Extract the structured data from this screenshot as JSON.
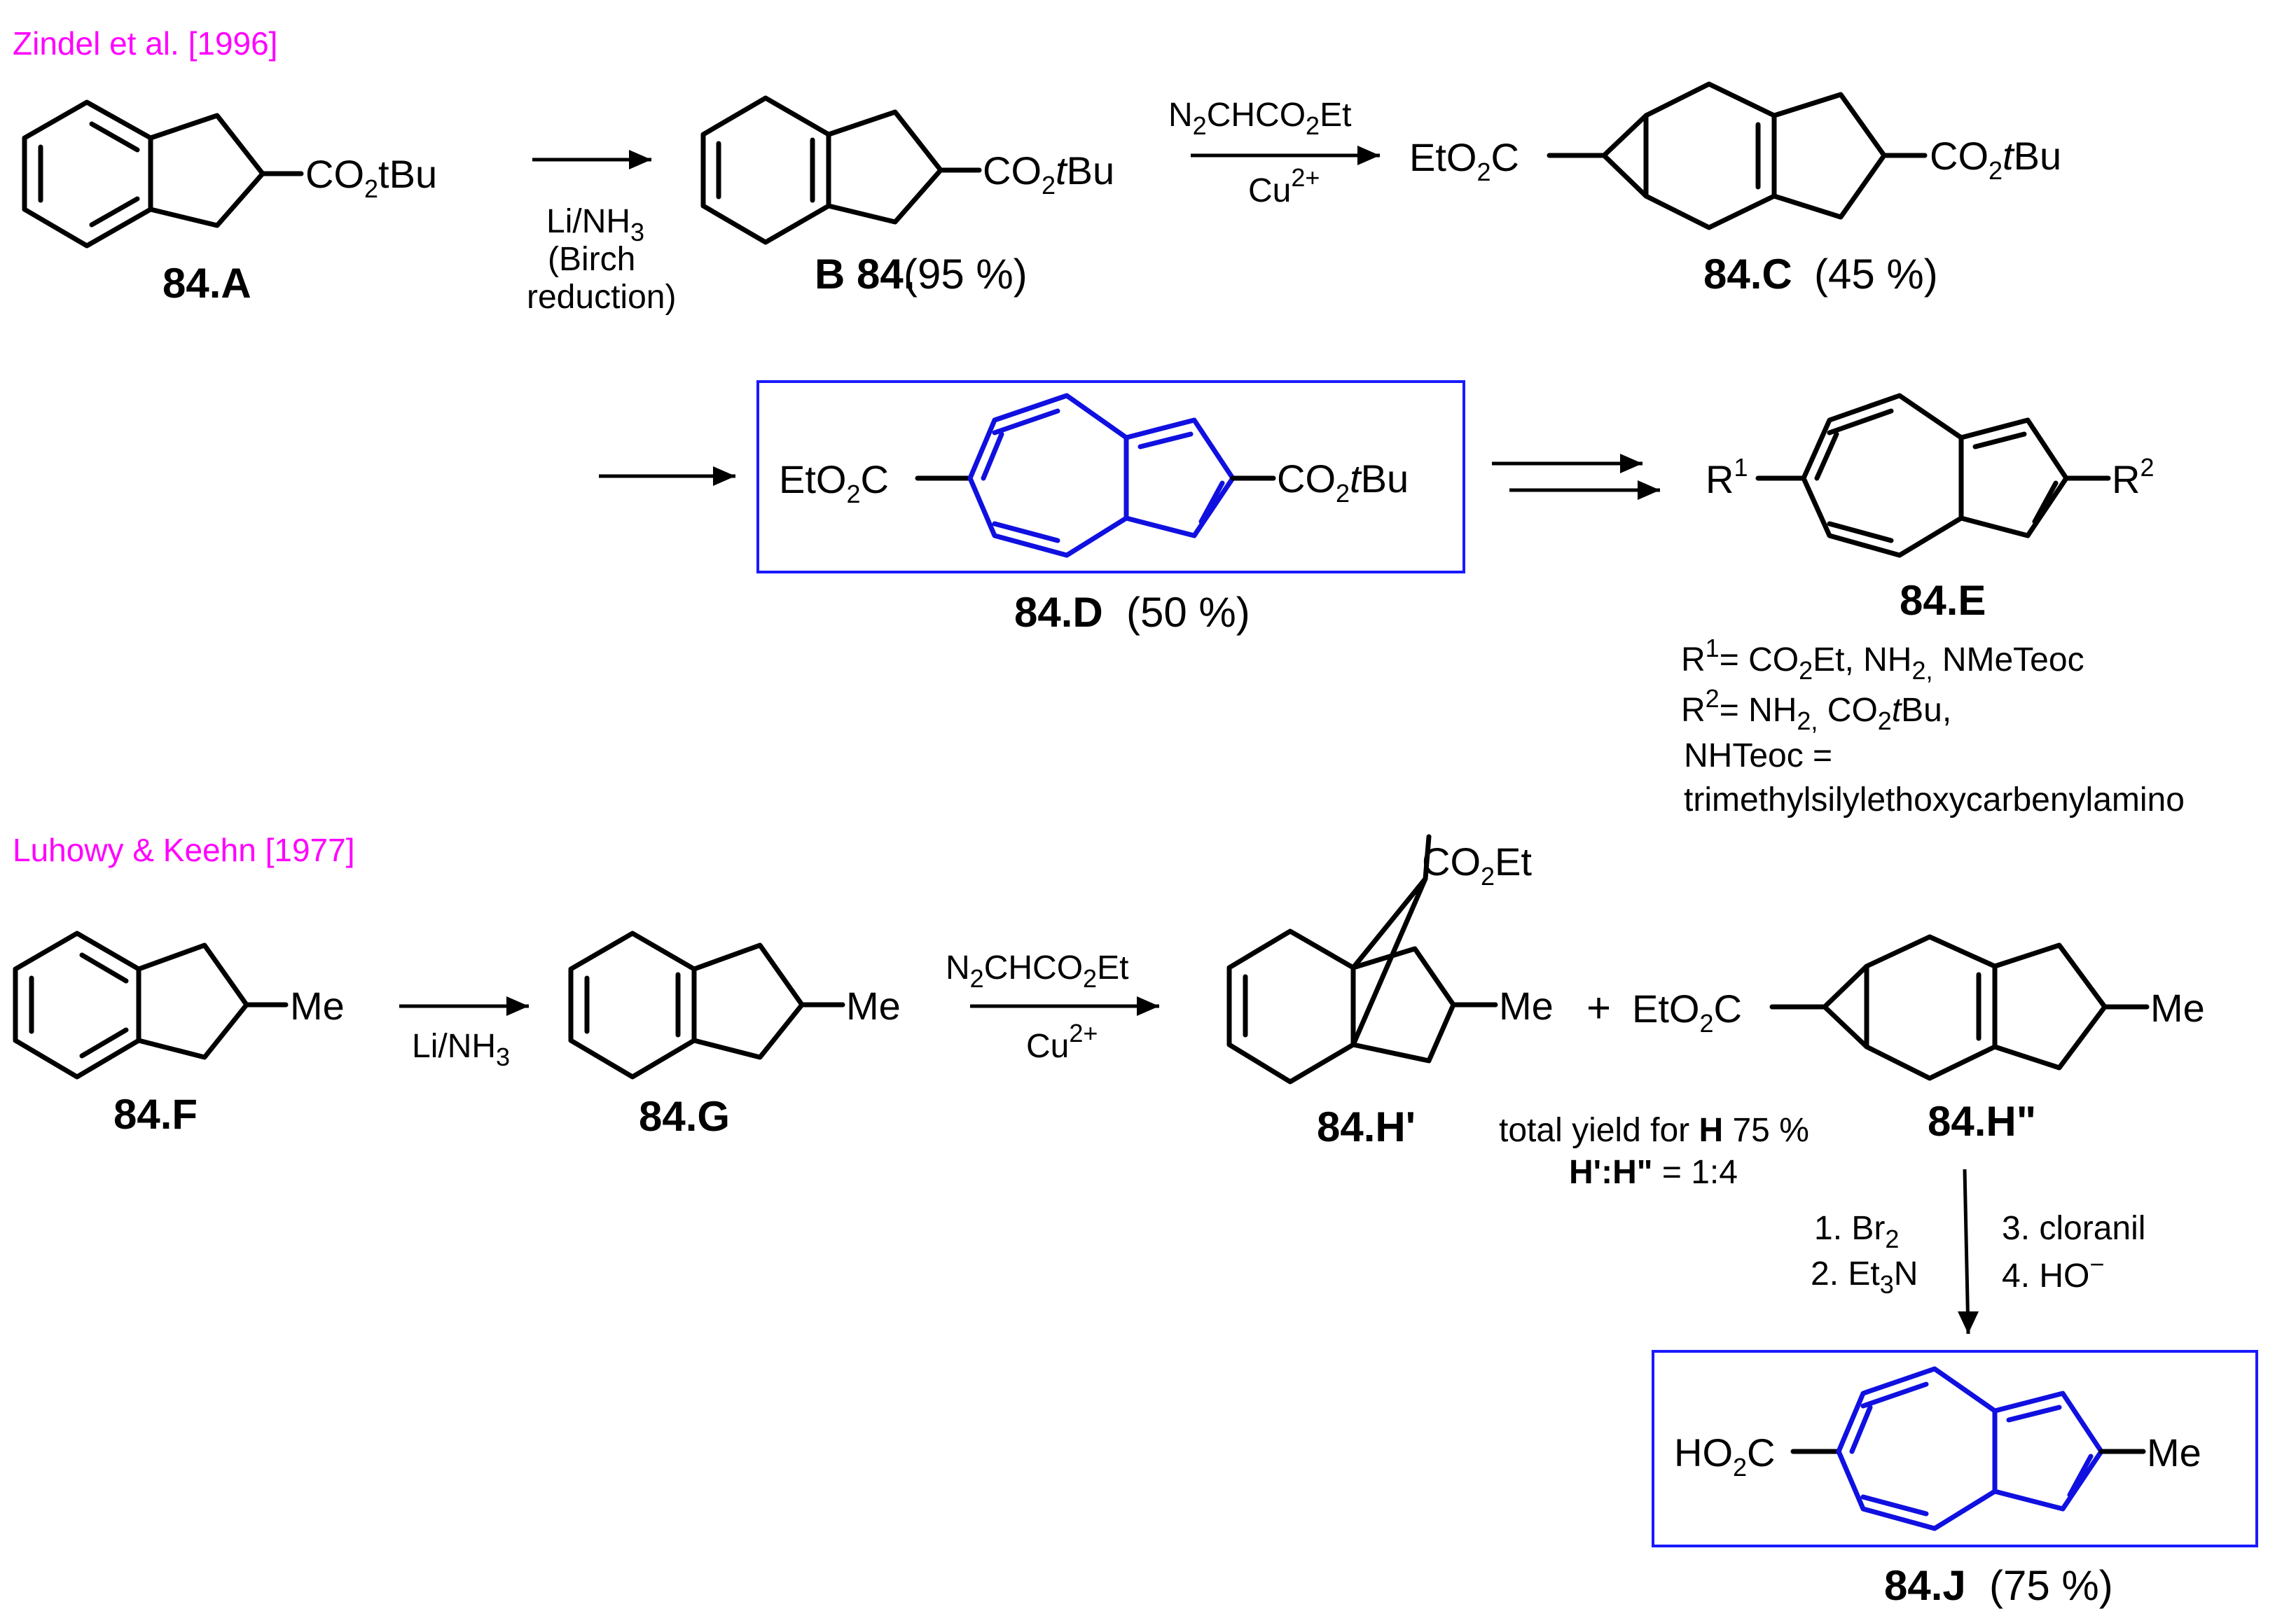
{
  "references": {
    "zindel": "Zindel et al. [1996]",
    "luhowy": "Luhowy & Keehn [1977]",
    "color": "#ff00ff"
  },
  "colors": {
    "highlight_bonds": "#1010e0",
    "box": "#1a1aff"
  },
  "route1": {
    "A": {
      "label": "84.A",
      "substituent": "CO2tBu"
    },
    "step1": {
      "reagent": "Li/NH3",
      "note_line1": "(Birch",
      "note_line2": "reduction)"
    },
    "B": {
      "label": "B 84.",
      "yield": "(95 %)",
      "substituent": "CO2tBu"
    },
    "step2": {
      "reagent_top": "N2CHCO2Et",
      "reagent_bottom": "Cu2+"
    },
    "C": {
      "label": "84.C",
      "yield": "(45 %)",
      "left_group": "EtO2C",
      "right_group": "CO2tBu"
    },
    "D": {
      "label": "84.D",
      "yield": "(50 %)",
      "left_group": "EtO2C",
      "right_group": "CO2tBu"
    },
    "E": {
      "label": "84.E",
      "r1_group": "R1",
      "r2_group": "R2",
      "r1_def": "R1= CO2Et, NH2, NMeTeoc",
      "r2_def": "R2= NH2, CO2tBu,",
      "teoc_line1": "NHTeoc =",
      "teoc_line2": "trimethylsilylethoxycarbenylamino"
    }
  },
  "route2": {
    "F": {
      "label": "84.F",
      "substituent": "Me"
    },
    "step1": {
      "reagent": "Li/NH3"
    },
    "G": {
      "label": "84.G",
      "substituent": "Me"
    },
    "step2": {
      "reagent_top": "N2CHCO2Et",
      "reagent_bottom": "Cu2+"
    },
    "H1": {
      "label": "84.H'",
      "top_group": "CO2Et",
      "substituent": "Me"
    },
    "plus": "+",
    "H2": {
      "label": "84.H\"",
      "left_group": "EtO2C",
      "substituent": "Me"
    },
    "yield_note": {
      "line1_prefix": "total yield for ",
      "line1_bold": "H",
      "line1_suffix": " 75 %",
      "ratio_bold": "H':H\"",
      "ratio_value": " = 1:4"
    },
    "step3": {
      "r1": "1. Br2",
      "r2": "2. Et3N",
      "r3": "3. cloranil",
      "r4": "4. HO−"
    },
    "J": {
      "label": "84.J",
      "yield": "(75 %)",
      "left_group": "HO2C",
      "substituent": "Me"
    }
  }
}
